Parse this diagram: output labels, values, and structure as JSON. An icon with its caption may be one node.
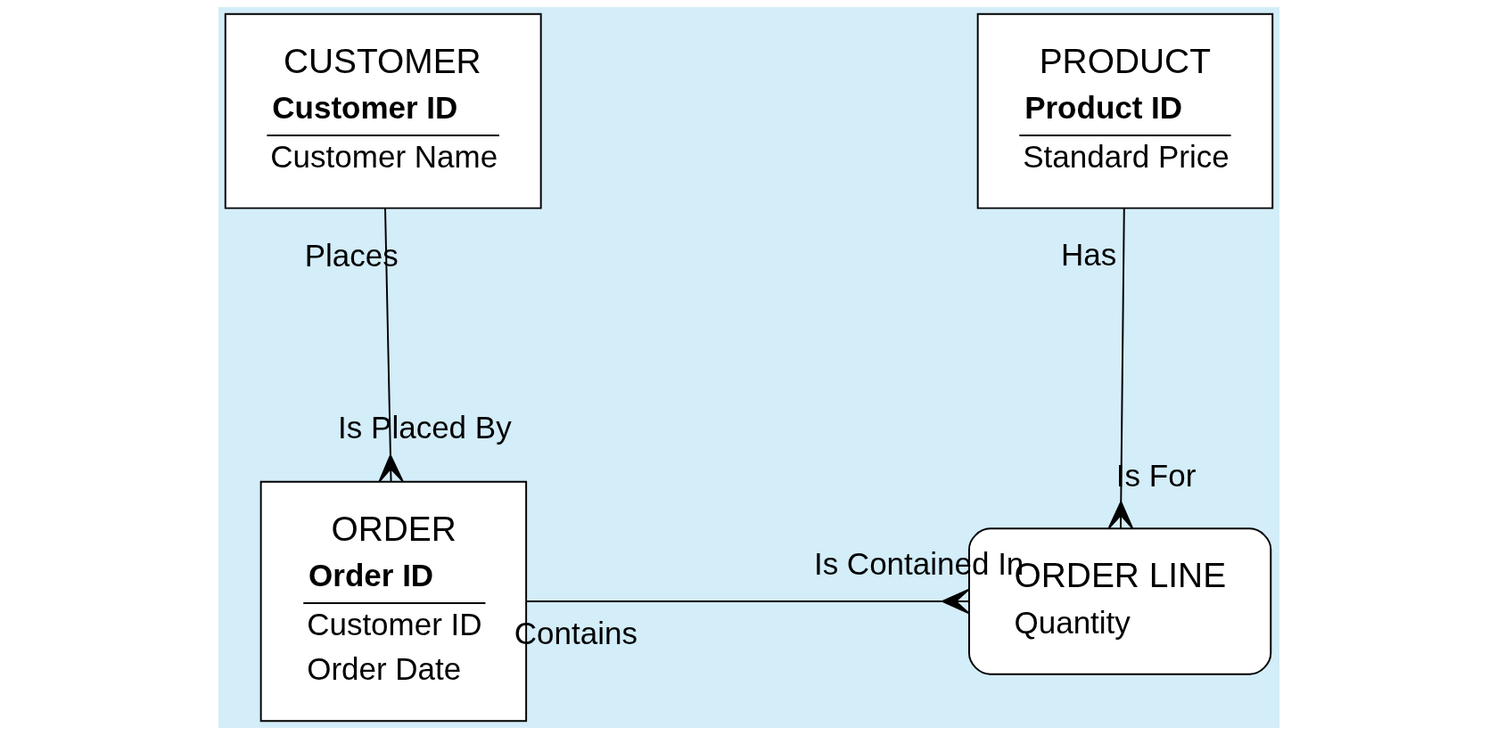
{
  "diagram": {
    "nodes": [
      {
        "text": [
          "CUSTOMER",
          "Customer ID",
          "Customer Name"
        ]
      },
      {
        "text": [
          "PRODUCT",
          "Product ID",
          "Standard Price"
        ]
      },
      {
        "text": [
          "ORDER",
          "Order ID",
          "Customer ID",
          "Order Date"
        ]
      },
      {
        "text": [
          "ORDER LINE",
          "Quantity"
        ]
      }
    ],
    "edges": [
      {
        "from": 0,
        "to": 2,
        "arrow": "other",
        "label": "Places"
      },
      {
        "from": 1,
        "to": 3,
        "arrow": "other",
        "label": "Has"
      },
      {
        "from": 2,
        "to": 3,
        "arrow": "other",
        "label": "Contains"
      }
    ],
    "labels": [
      "Is Placed By",
      "Is For",
      "Is Contained In"
    ]
  }
}
